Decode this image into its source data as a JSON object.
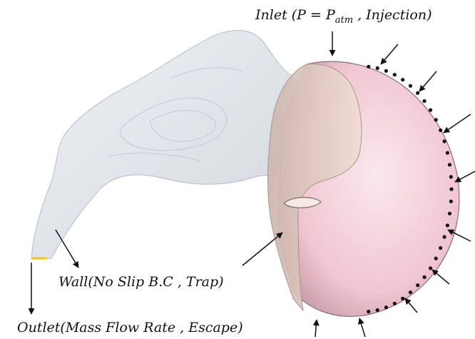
{
  "labels": {
    "inlet_prefix": "Inlet (",
    "inlet_p": "P",
    "inlet_equals": " = ",
    "inlet_patm_base": "P",
    "inlet_patm_sub": "atm",
    "inlet_suffix": " , Injection)",
    "wall": "Wall(No Slip B.C , Trap)",
    "outlet": "Outlet(Mass Flow Rate , Escape)"
  },
  "colors": {
    "background": "#ffffff",
    "airway": "#dfe3e8",
    "airway_edge": "#b7bec8",
    "sphere": "#f1c9d4",
    "sphere_edge": "#8a6f7a",
    "face": "#e8d2c9",
    "outlet_marker": "#f0c419",
    "arrow": "#111111"
  }
}
